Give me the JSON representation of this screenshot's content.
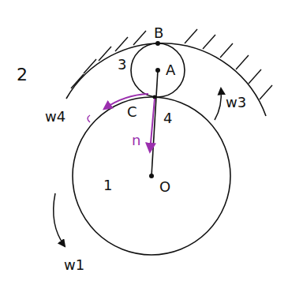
{
  "diagram": {
    "labels": [
      "B",
      "2",
      "3",
      "A",
      "w3",
      "w4",
      "C",
      "4",
      "n",
      "1",
      "O",
      "w1"
    ]
  }
}
